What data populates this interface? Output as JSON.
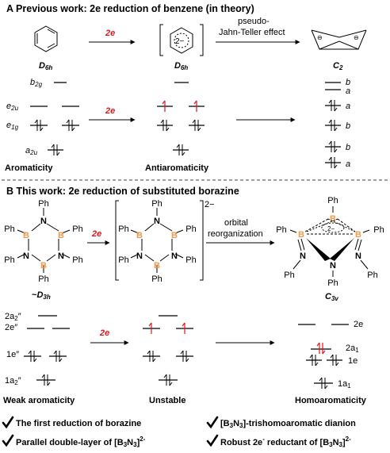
{
  "panel_a": {
    "title": "A Previous work: 2e reduction of benzene (in theory)",
    "arrow_2e": "2e",
    "arrow_pjt_line1": "pseudo-",
    "arrow_pjt_line2": "Jahn-Teller effect",
    "charge": "2−",
    "sym_left_main": "D",
    "sym_left_sub": "6h",
    "sym_mid_main": "D",
    "sym_mid_sub": "6h",
    "sym_right_main": "C",
    "sym_right_sub": "2",
    "orb_b2g_main": "b",
    "orb_b2g_sub": "2g",
    "orb_e2u_main": "e",
    "orb_e2u_sub": "2u",
    "orb_e1g_main": "e",
    "orb_e1g_sub": "1g",
    "orb_a2u_main": "a",
    "orb_a2u_sub": "2u",
    "c2_levels": [
      "b",
      "a",
      "a",
      "b",
      "b",
      "a"
    ],
    "label_aromaticity": "Aromaticity",
    "label_antiaromaticity": "Antiaromaticity"
  },
  "panel_b": {
    "title": "B This work: 2e reduction of substituted borazine",
    "atom_ph": "Ph",
    "atom_b": "B",
    "atom_n": "N",
    "arrow_2e": "2e",
    "charge_bracket": "2−",
    "charge_ring": "2−",
    "arrow_orb_line1": "orbital",
    "arrow_orb_line2": "reorganization",
    "sym_left_prefix": "~",
    "sym_left_main": "D",
    "sym_left_sub": "3h",
    "sym_right_main": "C",
    "sym_right_sub": "3v",
    "orb_2a2pp_main": "2a",
    "orb_2a2pp_sub": "2",
    "orb_2a2pp_prime": "″",
    "orb_2epp": "2e″",
    "orb_1epp": "1e″",
    "orb_1a2pp_main": "1a",
    "orb_1a2pp_sub": "2",
    "orb_1a2pp_prime": "″",
    "orb_2e": "2e",
    "orb_2a1_main": "2a",
    "orb_2a1_sub": "1",
    "orb_1e": "1e",
    "orb_1a1_main": "1a",
    "orb_1a1_sub": "1",
    "label_weak": "Weak aromaticity",
    "label_unstable": "Unstable",
    "label_homo": "Homoaromaticity"
  },
  "highlights": {
    "check_1": "The first reduction of borazine",
    "check_2_text": "Parallel double-layer of [B",
    "check_2_sub1": "3",
    "check_2_mid": "N",
    "check_2_sub2": "3",
    "check_2_end": "]",
    "check_2_sup": "2-",
    "check_3_pre": "[B",
    "check_3_sub1": "3",
    "check_3_mid": "N",
    "check_3_sub2": "3",
    "check_3_end": "]-trishomoaromatic dianion",
    "check_4_pre": "Robust 2e",
    "check_4_sup1": "-",
    "check_4_mid": " reductant of [B",
    "check_4_sub1": "3",
    "check_4_mid2": "N",
    "check_4_sub2": "3",
    "check_4_end": "]",
    "check_4_sup2": "2-"
  },
  "colors": {
    "red": "#e0141b",
    "boron": "#f29a4b"
  }
}
